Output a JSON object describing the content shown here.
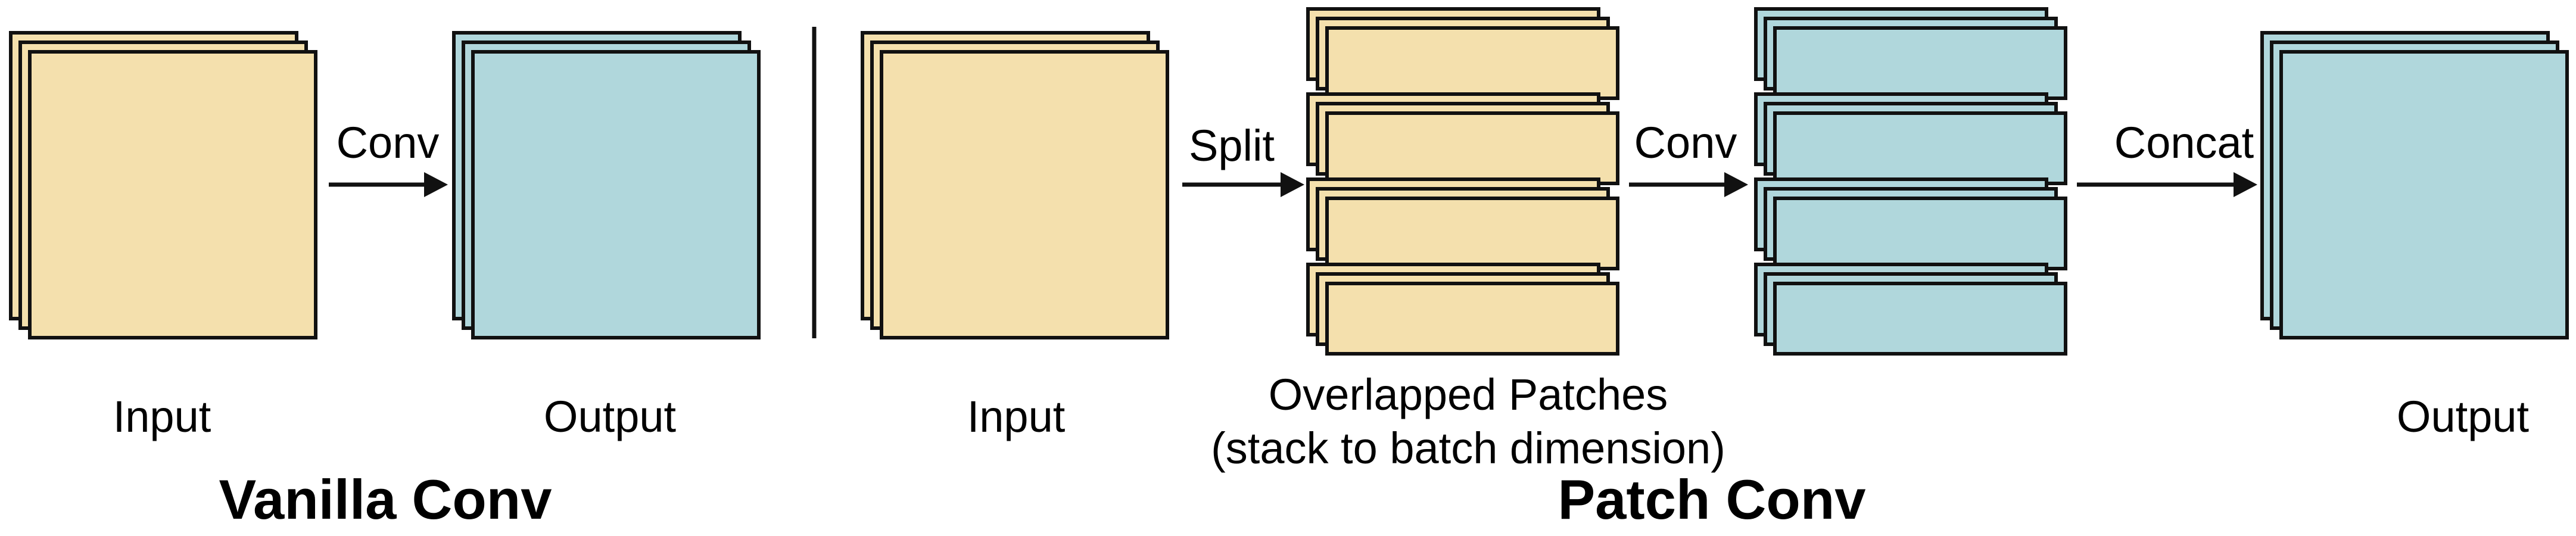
{
  "colors": {
    "input_fill": "#f4e0ad",
    "output_fill": "#b0d7dc",
    "stroke": "#111111"
  },
  "vanilla": {
    "input_label": "Input",
    "output_label": "Output",
    "op_label": "Conv",
    "title": "Vanilla Conv"
  },
  "patch": {
    "input_label": "Input",
    "split_label": "Split",
    "patches_label_line1": "Overlapped Patches",
    "patches_label_line2": "(stack to batch dimension)",
    "conv_label": "Conv",
    "concat_label": "Concat",
    "output_label": "Output",
    "title": "Patch Conv"
  }
}
